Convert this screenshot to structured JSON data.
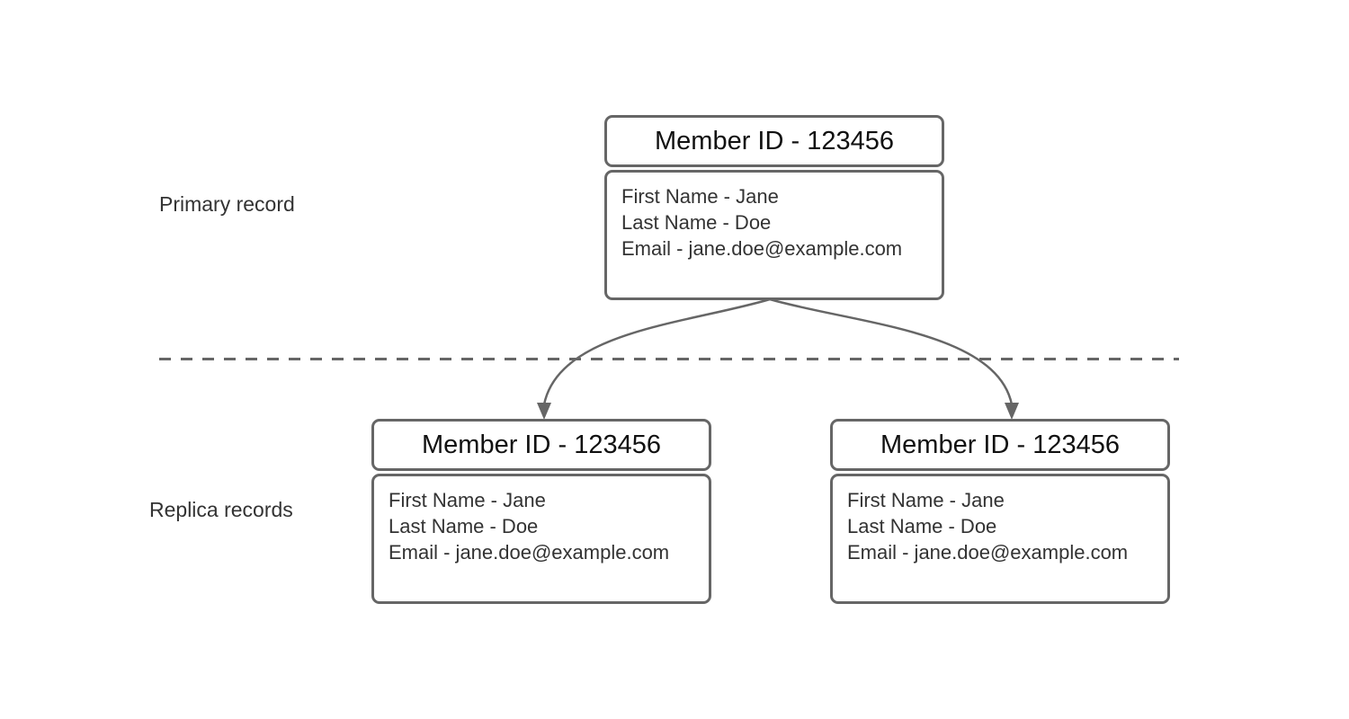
{
  "diagram": {
    "colors": {
      "stroke": "#666666",
      "text": "#333333",
      "header_text": "#111111",
      "background": "#ffffff"
    },
    "labels": {
      "primary": "Primary record",
      "replica": "Replica records"
    },
    "nodes": [
      {
        "role": "primary",
        "title": "Member ID - 123456",
        "fields": [
          "First Name - Jane",
          "Last Name - Doe",
          "Email - jane.doe@example.com"
        ]
      },
      {
        "role": "replica-left",
        "title": "Member ID - 123456",
        "fields": [
          "First Name - Jane",
          "Last Name - Doe",
          "Email - jane.doe@example.com"
        ]
      },
      {
        "role": "replica-right",
        "title": "Member ID - 123456",
        "fields": [
          "First Name - Jane",
          "Last Name - Doe",
          "Email - jane.doe@example.com"
        ]
      }
    ]
  }
}
